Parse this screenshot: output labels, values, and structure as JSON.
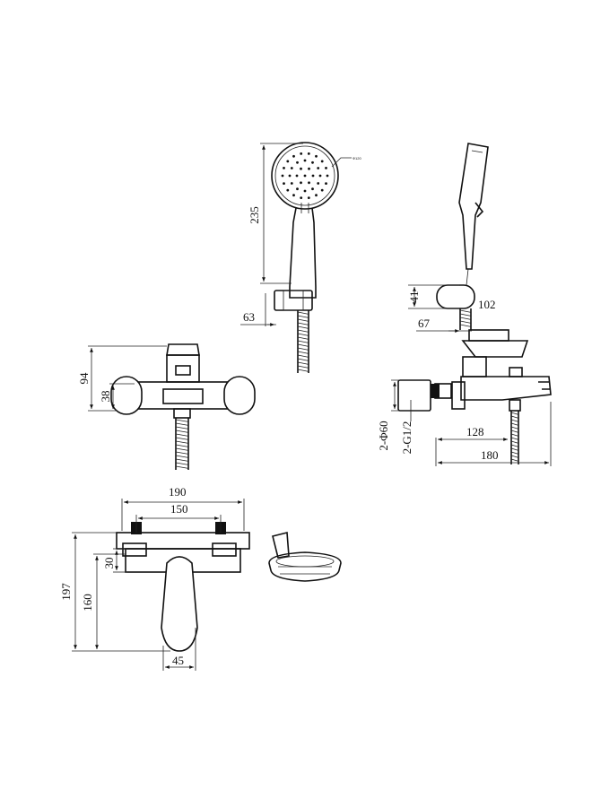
{
  "hand_shower_view": {
    "height_label": "235",
    "bracket_label": "63",
    "callout_label": "Ф120"
  },
  "side_view": {
    "bracket_height_label": "41",
    "bracket_offset_label": "67",
    "spout_reach_label": "102",
    "escutcheon_label": "2-Φ60",
    "thread_label": "2-G1/2",
    "inlet_depth_label": "128",
    "total_depth_label": "180"
  },
  "front_view": {
    "overall_height_label": "94",
    "body_height_label": "38"
  },
  "top_view": {
    "width_label": "190",
    "centers_label": "150",
    "inlet_label": "30",
    "total_height_label": "197",
    "handle_height_label": "160",
    "handle_width_label": "45"
  }
}
